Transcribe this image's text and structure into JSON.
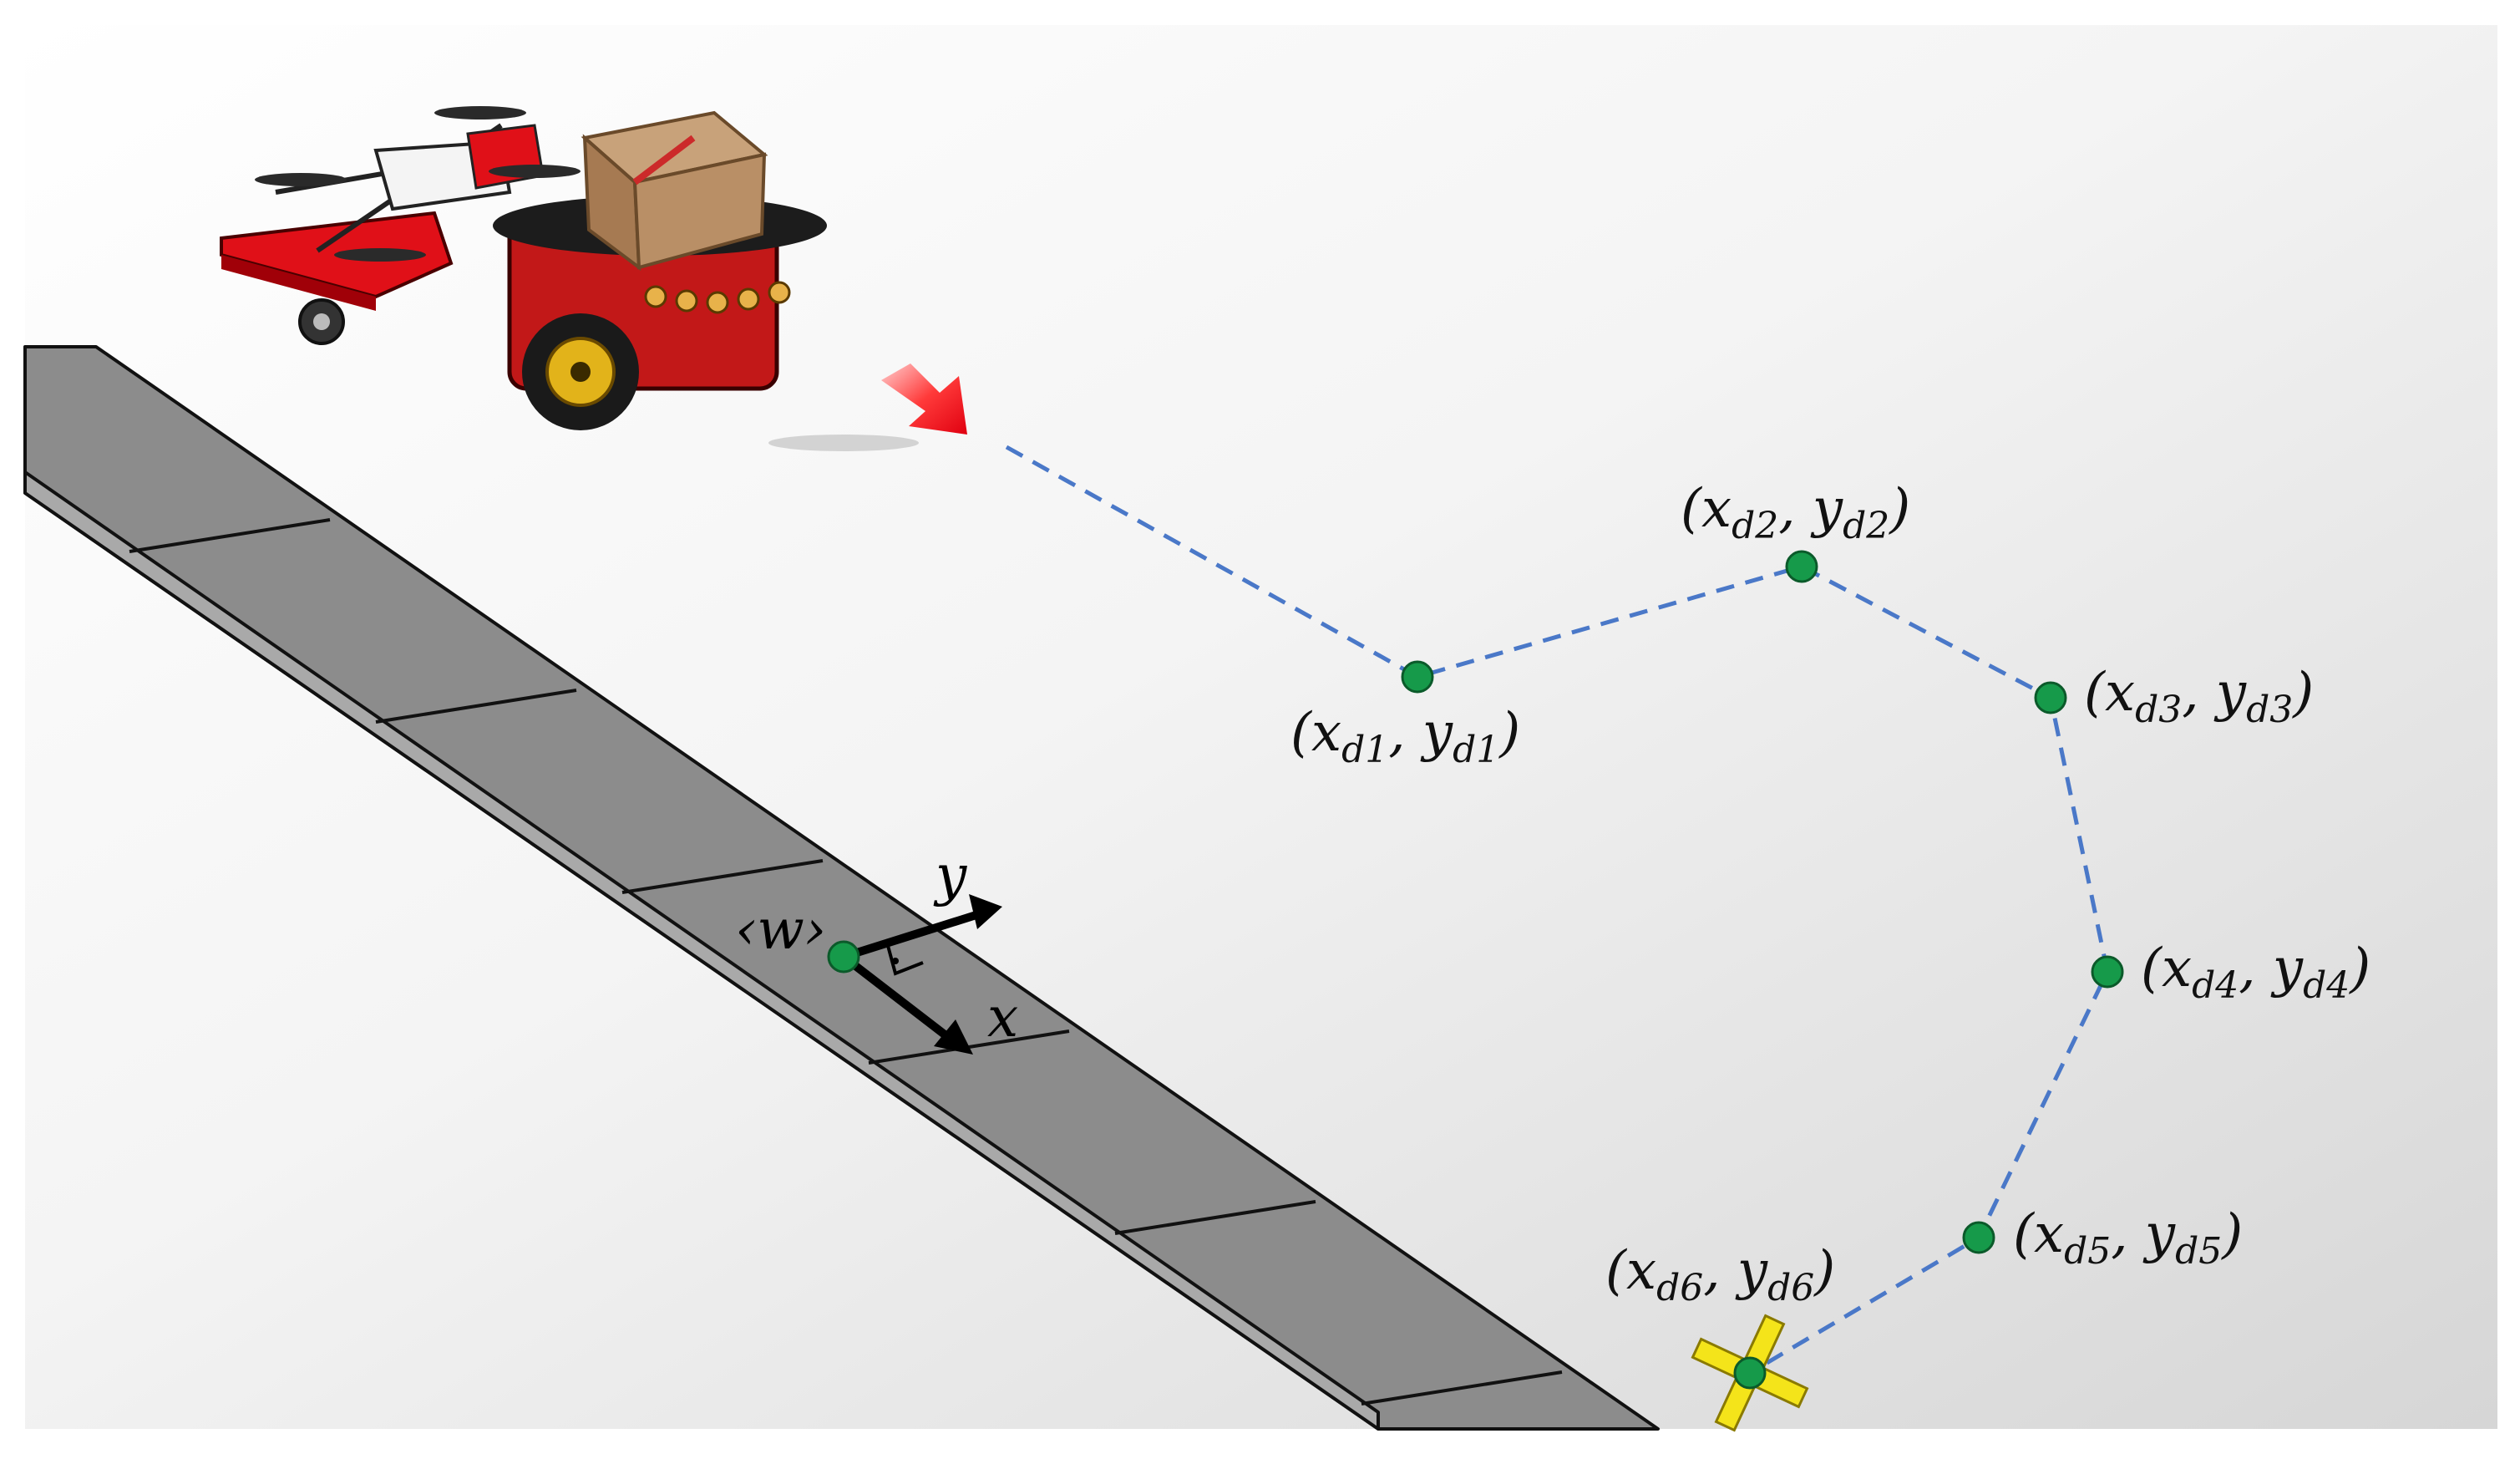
{
  "waypoints": [
    {
      "id": "d1",
      "label": "(x_d1, y_d1)",
      "x": "x",
      "y": "y",
      "sub": "d1"
    },
    {
      "id": "d2",
      "label": "(x_d2, y_d2)",
      "x": "x",
      "y": "y",
      "sub": "d2"
    },
    {
      "id": "d3",
      "label": "(x_d3, y_d3)",
      "x": "x",
      "y": "y",
      "sub": "d3"
    },
    {
      "id": "d4",
      "label": "(x_d4, y_d4)",
      "x": "x",
      "y": "y",
      "sub": "d4"
    },
    {
      "id": "d5",
      "label": "(x_d5, y_d5)",
      "x": "x",
      "y": "y",
      "sub": "d5"
    },
    {
      "id": "d6",
      "label": "(x_d6, y_d6)",
      "x": "x",
      "y": "y",
      "sub": "d6"
    }
  ],
  "world_frame": {
    "label": "‹w›",
    "x_axis": "x",
    "y_axis": "y"
  },
  "colors": {
    "waypoint": "#169a4a",
    "path": "#4a78c8",
    "road": "#8f8f8f",
    "arrow": "#e0141a",
    "target_marker": "#f4e41a"
  },
  "icons": {
    "robot": "robot-with-drone-and-package",
    "start_arrow": "red-arrow-icon",
    "target": "yellow-cross-marker-icon"
  }
}
